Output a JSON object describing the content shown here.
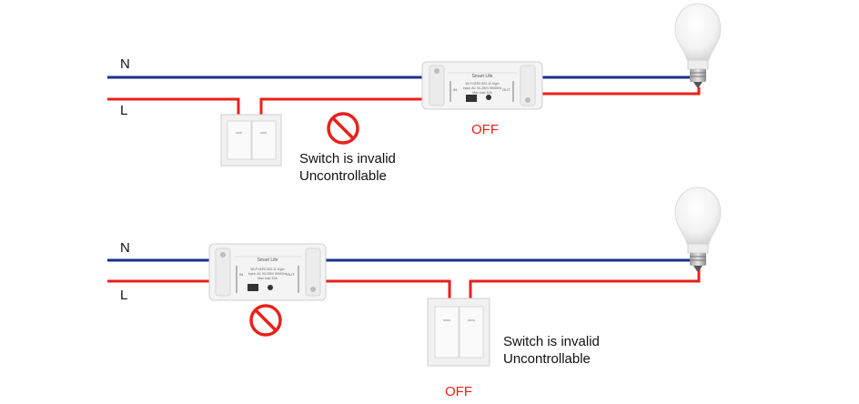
{
  "wires": {
    "neutral_label": "N",
    "live_label": "L",
    "neutral_color": "#1d2f8f",
    "live_color": "#e8211b"
  },
  "panel_top": {
    "state_label": "OFF",
    "note_line1": "Switch is invalid",
    "note_line2": "Uncontrollable"
  },
  "panel_bottom": {
    "state_label": "OFF",
    "note_line1": "Switch is invalid",
    "note_line2": "Uncontrollable"
  },
  "module": {
    "brand": "Smart Life",
    "spec_line1": "Wi-Fi IEEE 802.11 b/g/n",
    "spec_line2": "Input: AC 90-250V 50/60Hz",
    "spec_line3": "Max load 10A",
    "in_label": "IN",
    "out_label": "OUT"
  },
  "colors": {
    "prohibit_red": "#e8211b",
    "module_body": "#f4f4f4",
    "switch_plate": "#f1f1f1"
  },
  "icons": [
    "prohibited-icon",
    "light-bulb-icon",
    "wall-switch-icon",
    "smart-switch-module-icon"
  ]
}
